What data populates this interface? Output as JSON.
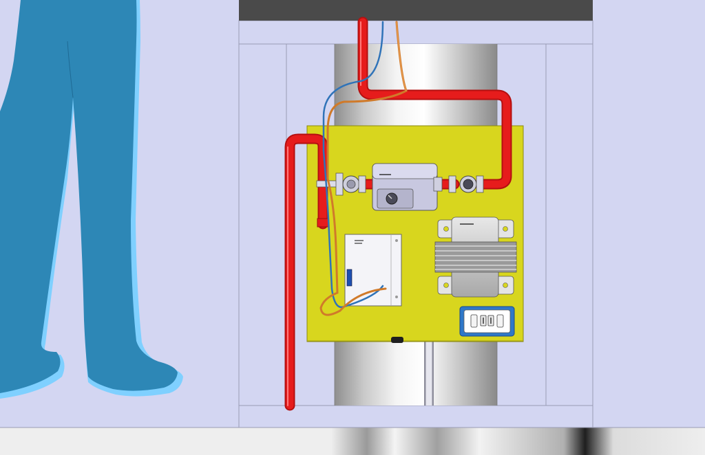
{
  "colors": {
    "wall": "#d3d6f2",
    "wall_line": "#9a9cb4",
    "ceiling_beam": "#4a4a4a",
    "floor": "#ececec",
    "figure": "#2d87b6",
    "figure_edge": "#7fd0ff",
    "tank": "#bfbfbf",
    "panel": "#d8d61e",
    "pipe_hot": "#e61c1c",
    "wire_blue": "#2f73b8",
    "wire_orange": "#d07a2a",
    "conduit": "#c8c8d2",
    "valve_body": "#c8c8e0",
    "outlet_border": "#2f78c8"
  },
  "components": {
    "figure": "person-legs",
    "water_tank": "cylinder-tank",
    "control_panel": "mounting-board",
    "pipe": "hot-water-pipe",
    "valve_actuator": "motorized-valve",
    "transformer": "transformer",
    "control_module": "control-module",
    "outlet": "gfci-outlet",
    "conduit": "electrical-conduit",
    "wires": [
      "blue-wire",
      "orange-wire"
    ]
  }
}
